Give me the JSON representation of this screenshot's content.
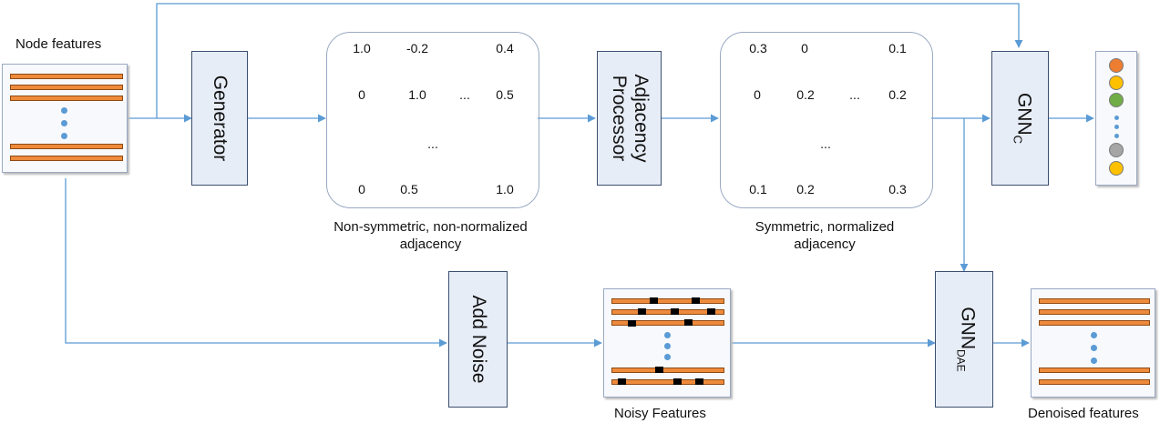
{
  "labels": {
    "node_features": "Node features",
    "generator": "Generator",
    "adjacency_processor_line1": "Adjacency",
    "adjacency_processor_line2": "Processor",
    "gnn_c_base": "GNN",
    "gnn_c_sub": "C",
    "gnn_dae_base": "GNN",
    "gnn_dae_sub": "DAE",
    "add_noise": "Add Noise",
    "noisy_features": "Noisy Features",
    "denoised_features": "Denoised features"
  },
  "matrix1": {
    "caption_line1": "Non-symmetric, non-normalized",
    "caption_line2": "adjacency",
    "cells": {
      "r1c1": "1.0",
      "r1c2": "-0.2",
      "r1c4": "0.4",
      "r2c1": "0",
      "r2c2": "1.0",
      "r2c3": "...",
      "r2c4": "0.5",
      "r3c3": "...",
      "r4c1": "0",
      "r4c2": "0.5",
      "r4c4": "1.0"
    }
  },
  "matrix2": {
    "caption_line1": "Symmetric, normalized",
    "caption_line2": "adjacency",
    "cells": {
      "r1c1": "0.3",
      "r1c2": "0",
      "r1c4": "0.1",
      "r2c1": "0",
      "r2c2": "0.2",
      "r2c3": "...",
      "r2c4": "0.2",
      "r3c3": "...",
      "r4c1": "0.1",
      "r4c2": "0.2",
      "r4c4": "0.3"
    }
  },
  "output_classes": [
    "#ed7d31",
    "#ffc000",
    "#70ad47",
    "#a5a5a5",
    "#ffc000"
  ],
  "colors": {
    "arrow": "#5b9bd5",
    "box_fill": "#e7edf7",
    "box_border": "#3c4f6e",
    "feature_bar": "#ee8a3c",
    "dot": "#5b9bd5"
  }
}
